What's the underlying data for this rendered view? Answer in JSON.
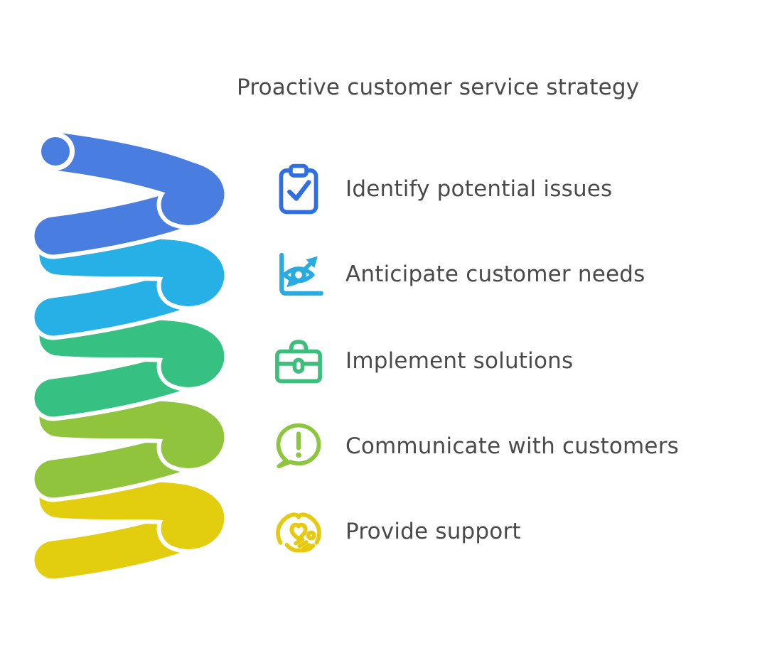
{
  "title": "Proactive customer service strategy",
  "items": [
    {
      "icon": "clipboard-check-icon",
      "label": "Identify potential issues"
    },
    {
      "icon": "eye-growth-chart-icon",
      "label": "Anticipate customer needs"
    },
    {
      "icon": "toolbox-icon",
      "label": "Implement solutions"
    },
    {
      "icon": "speech-bubble-exclamation-icon",
      "label": "Communicate with customers"
    },
    {
      "icon": "hands-holding-heart-icon",
      "label": "Provide support"
    }
  ],
  "colors": {
    "background": "#ffffff",
    "text": "#4a4a4a",
    "outline": "#ffffff",
    "coil_blue": "#4a7de0",
    "coil_cyan": "#26b0e5",
    "coil_green": "#36c183",
    "coil_lime": "#90c43c",
    "coil_yellow": "#e2cd0f",
    "item_blue": "#2f6ee3",
    "item_cyan": "#29abe2",
    "item_green": "#3ebd7c",
    "item_lime": "#8cc63f",
    "item_yellow": "#e5ca10"
  },
  "spring": {
    "coil_colors_top_to_bottom": [
      "blue",
      "cyan",
      "green",
      "lime",
      "yellow"
    ]
  }
}
